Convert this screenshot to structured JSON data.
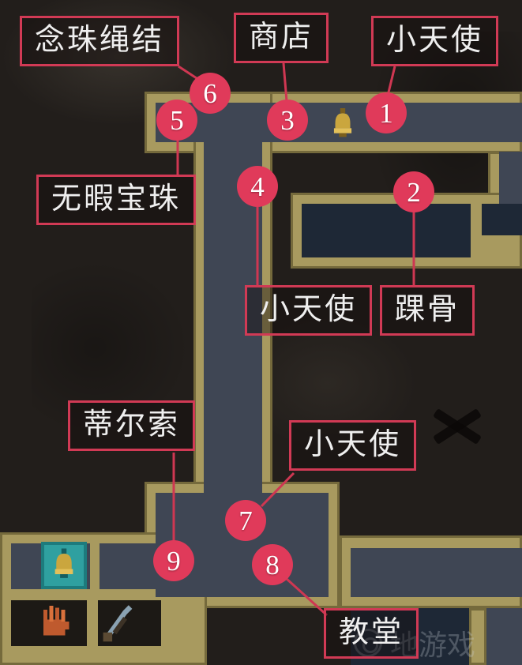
{
  "annotations": [
    {
      "number": "1",
      "label": "小天使"
    },
    {
      "number": "2",
      "label": "踝骨"
    },
    {
      "number": "3",
      "label": "商店"
    },
    {
      "number": "4",
      "label": "小天使"
    },
    {
      "number": "5",
      "label": "无暇宝珠"
    },
    {
      "number": "6",
      "label": "念珠绳结"
    },
    {
      "number": "7",
      "label": "小天使"
    },
    {
      "number": "8",
      "label": "教堂"
    },
    {
      "number": "9",
      "label": "蒂尔索"
    }
  ],
  "icons": {
    "corridor_bell": "bell-icon",
    "save_room_bell": "bell-icon",
    "hand_relic": "hand-icon",
    "sword_relic": "sword-icon",
    "watermark_logo": "ring-logo-icon"
  },
  "watermark": {
    "text": "地游戏"
  },
  "colors": {
    "marker": "#e03a5a",
    "label_border": "#d13a55",
    "connector_line": "#cf3752",
    "map_wall_tan": "#a89a5f",
    "map_floor_slate": "#3f4654",
    "map_room_navy": "#1e2836",
    "teal_tile": "#2fa0a0",
    "background": "#221e1b"
  }
}
